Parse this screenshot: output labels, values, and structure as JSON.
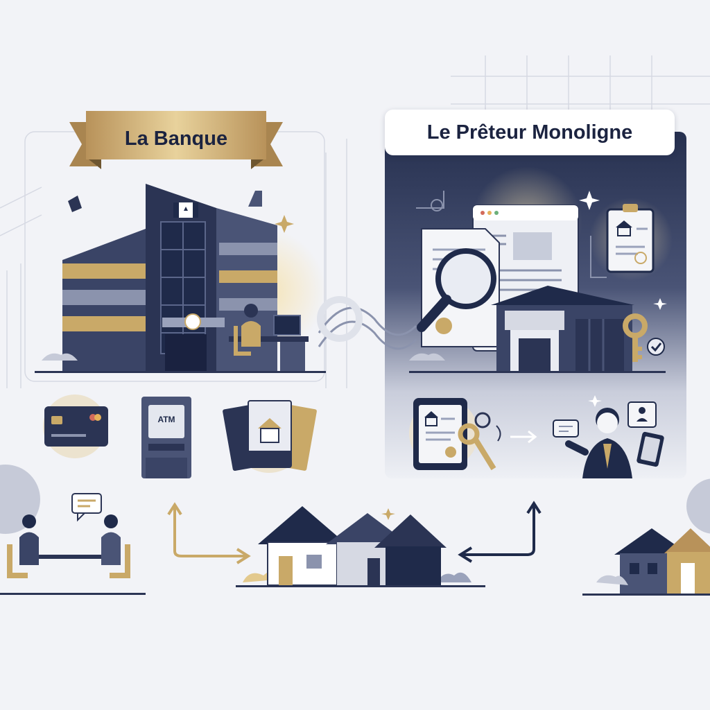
{
  "left_section": {
    "banner_label": "La Banque",
    "atm_label": "ATM"
  },
  "right_section": {
    "card_label": "Le Prêteur Monoligne"
  },
  "colors": {
    "navy": "#1f2a4a",
    "slate": "#3a4466",
    "gold": "#c9a968",
    "gold_light": "#e3c98d",
    "background": "#f2f3f7"
  }
}
